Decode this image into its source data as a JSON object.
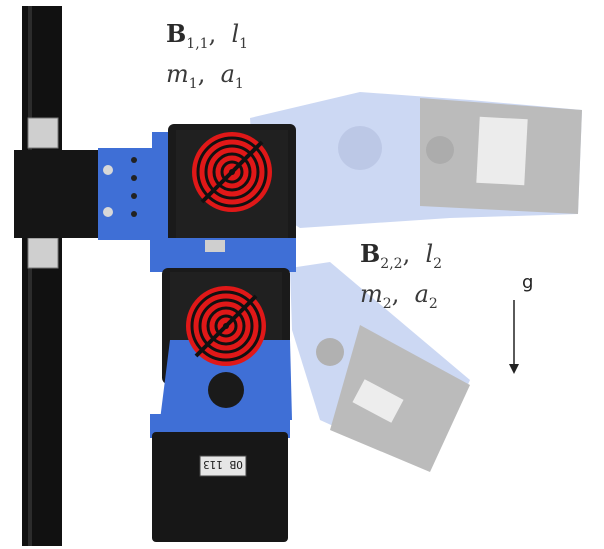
{
  "labels": {
    "body1": {
      "symbol": "B",
      "index": "1,1",
      "length": "l",
      "length_idx": "1"
    },
    "body1_params": {
      "mass": "m",
      "mass_idx": "1",
      "accel": "a",
      "accel_idx": "1"
    },
    "body2": {
      "symbol": "B",
      "index": "2,2",
      "length": "l",
      "length_idx": "2"
    },
    "body2_params": {
      "mass": "m",
      "mass_idx": "2",
      "accel": "a",
      "accel_idx": "2"
    },
    "gravity": "g"
  },
  "module_tag": "OB 113",
  "colors": {
    "rail": "#111111",
    "module_black": "#1a1a1a",
    "bracket_blue": "#3f6fd6",
    "bracket_blue_faded": "#a9bce8",
    "target_red": "#e01818",
    "ghost_gray": "#9a9a9a",
    "text": "#333333"
  },
  "icons": [
    "target-icon",
    "gravity-arrow-icon",
    "screw-icon"
  ]
}
